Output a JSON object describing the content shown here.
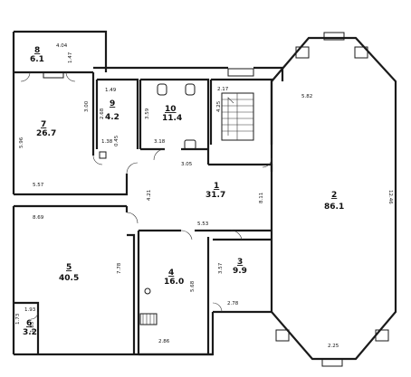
{
  "rooms": [
    {
      "id": "1",
      "area": "31.7"
    },
    {
      "id": "2",
      "area": "86.1"
    },
    {
      "id": "3",
      "area": "9.9"
    },
    {
      "id": "4",
      "area": "16.0"
    },
    {
      "id": "5",
      "area": "40.5"
    },
    {
      "id": "6",
      "area": "3.2"
    },
    {
      "id": "7",
      "area": "26.7"
    },
    {
      "id": "8",
      "area": "6.1"
    },
    {
      "id": "9",
      "area": "4.2"
    },
    {
      "id": "10",
      "area": "11.4"
    }
  ],
  "dimensions": [
    "4.04",
    "1.47",
    "3.00",
    "5.96",
    "5.57",
    "1.49",
    "2.68",
    "1.38",
    "0.45",
    "3.59",
    "3.18",
    "3.05",
    "2.17",
    "4.25",
    "5.82",
    "12.46",
    "8.11",
    "4.21",
    "5.53",
    "8.69",
    "7.78",
    "5.68",
    "3.57",
    "2.78",
    "2.86",
    "1.73",
    "1.93",
    "1.85",
    "2.25"
  ]
}
